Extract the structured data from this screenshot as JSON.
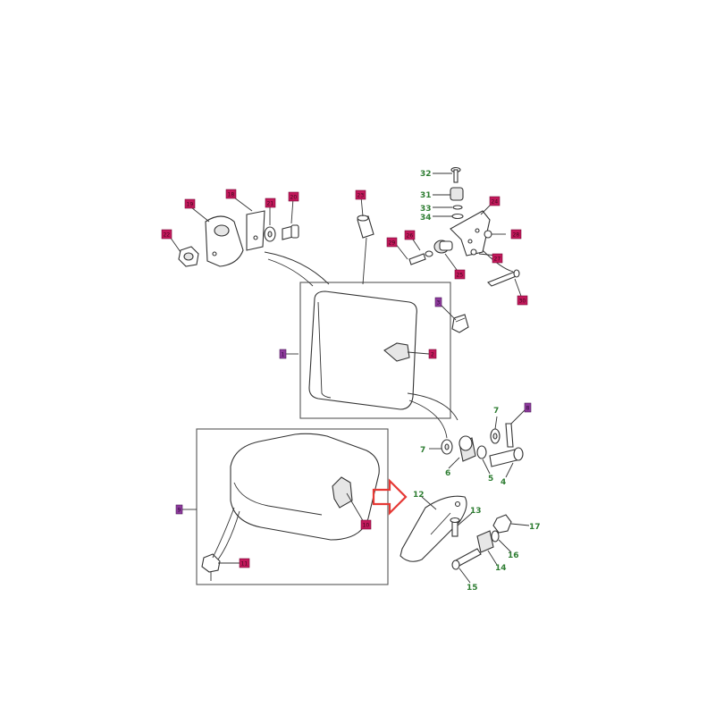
{
  "callouts_green": {
    "c32": "32",
    "c31": "31",
    "c33": "33",
    "c34": "34",
    "c7": "7",
    "c6": "6",
    "c5": "5",
    "c4": "4",
    "c12": "12",
    "c13": "13",
    "c17": "17",
    "c16": "16",
    "c14": "14",
    "c15": "15"
  },
  "callouts_red": {
    "r19": "19",
    "r18": "18",
    "r21": "21",
    "r20": "20",
    "r22": "22",
    "r23": "23",
    "r24": "24",
    "r25": "25",
    "r26": "26",
    "r27": "27",
    "r28": "28",
    "r29": "29",
    "r30": "30",
    "r2": "2",
    "r10": "10",
    "r11": "11"
  },
  "callouts_purple": {
    "p1": "1",
    "p3": "3",
    "p8": "8",
    "p9": "9"
  },
  "colors": {
    "red_tag": "#c2185b",
    "green_text": "#2e7d32",
    "purple_tag": "#8e3a9d",
    "arrow": "#e53935"
  },
  "icons": {
    "arrow": "arrow-right-outline-icon"
  }
}
